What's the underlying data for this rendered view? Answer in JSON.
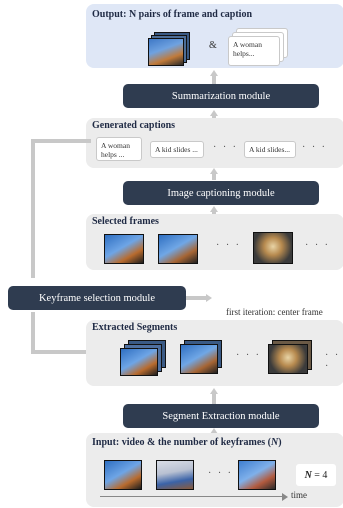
{
  "output": {
    "title": "Output: N pairs of frame and caption",
    "amp": "&",
    "caption": "A woman helps..."
  },
  "modules": {
    "summarization": "Summarization module",
    "captioning": "Image captioning module",
    "keyframe": "Keyframe selection module",
    "segment": "Segment Extraction module"
  },
  "generated": {
    "title": "Generated captions",
    "items": [
      "A woman helps ...",
      "A kid slides ...",
      "A kid slides..."
    ],
    "ellipsis": "· · ·"
  },
  "selected": {
    "title": "Selected frames",
    "ellipsis": "· · ·"
  },
  "extracted": {
    "title": "Extracted Segments",
    "ellipsis": "· · ·"
  },
  "input": {
    "title_prefix": "Input: video & the number of keyframes (",
    "title_var": "N",
    "title_suffix": ")",
    "n_var": "N",
    "n_value": "= 4",
    "time": "time",
    "ellipsis": "· · ·"
  },
  "first_iteration": "first iteration: center frame"
}
